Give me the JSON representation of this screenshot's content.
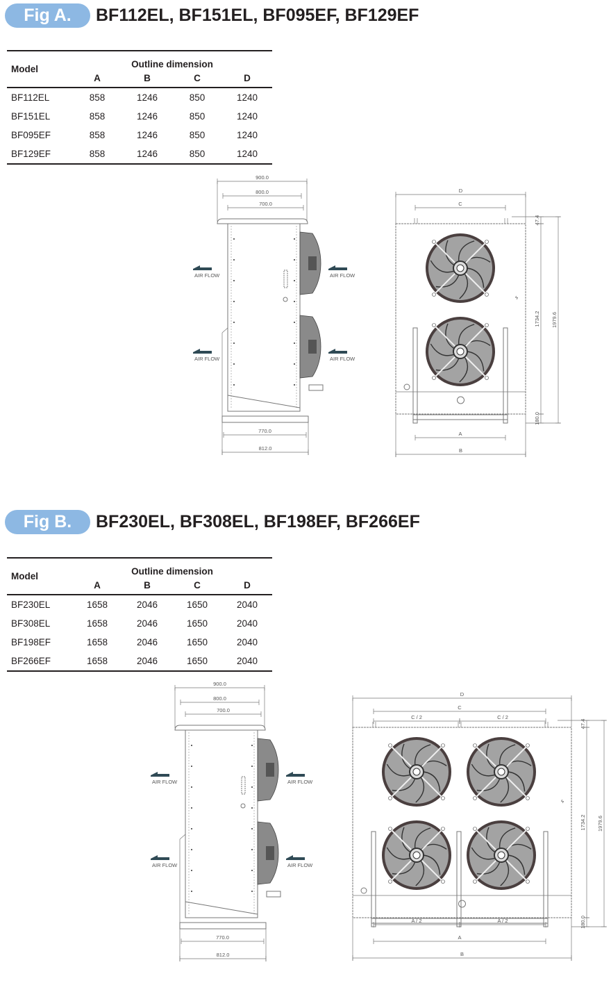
{
  "figures": [
    {
      "badge": "Fig A.",
      "title": "BF112EL, BF151EL, BF095EF, BF129EF",
      "table": {
        "model_header": "Model",
        "group_header": "Outline dimension",
        "columns": [
          "A",
          "B",
          "C",
          "D"
        ],
        "rows": [
          [
            "BF112EL",
            "858",
            "1246",
            "850",
            "1240"
          ],
          [
            "BF151EL",
            "858",
            "1246",
            "850",
            "1240"
          ],
          [
            "BF095EF",
            "858",
            "1246",
            "850",
            "1240"
          ],
          [
            "BF129EF",
            "858",
            "1246",
            "850",
            "1240"
          ]
        ]
      },
      "side": {
        "dims": [
          "900.0",
          "800.0",
          "700.0",
          "770.0",
          "812.0"
        ],
        "airflow": "AIR FLOW"
      },
      "front": {
        "top": [
          "D",
          "C"
        ],
        "bottom": [
          "A",
          "B"
        ],
        "right": [
          "47.4",
          "1734.2",
          "180.0",
          "1979.6"
        ],
        "fans_per_row": 1
      }
    },
    {
      "badge": "Fig B.",
      "title": "BF230EL, BF308EL, BF198EF, BF266EF",
      "table": {
        "model_header": "Model",
        "group_header": "Outline dimension",
        "columns": [
          "A",
          "B",
          "C",
          "D"
        ],
        "rows": [
          [
            "BF230EL",
            "1658",
            "2046",
            "1650",
            "2040"
          ],
          [
            "BF308EL",
            "1658",
            "2046",
            "1650",
            "2040"
          ],
          [
            "BF198EF",
            "1658",
            "2046",
            "1650",
            "2040"
          ],
          [
            "BF266EF",
            "1658",
            "2046",
            "1650",
            "2040"
          ]
        ]
      },
      "side": {
        "dims": [
          "900.0",
          "800.0",
          "700.0",
          "770.0",
          "812.0"
        ],
        "airflow": "AIR FLOW"
      },
      "front": {
        "top": [
          "D",
          "C"
        ],
        "half_top": "C / 2",
        "bottom": [
          "A",
          "B"
        ],
        "half_bottom": "A / 2",
        "right": [
          "47.4",
          "1734.2",
          "180.0",
          "1979.6"
        ],
        "fans_per_row": 2
      }
    }
  ]
}
